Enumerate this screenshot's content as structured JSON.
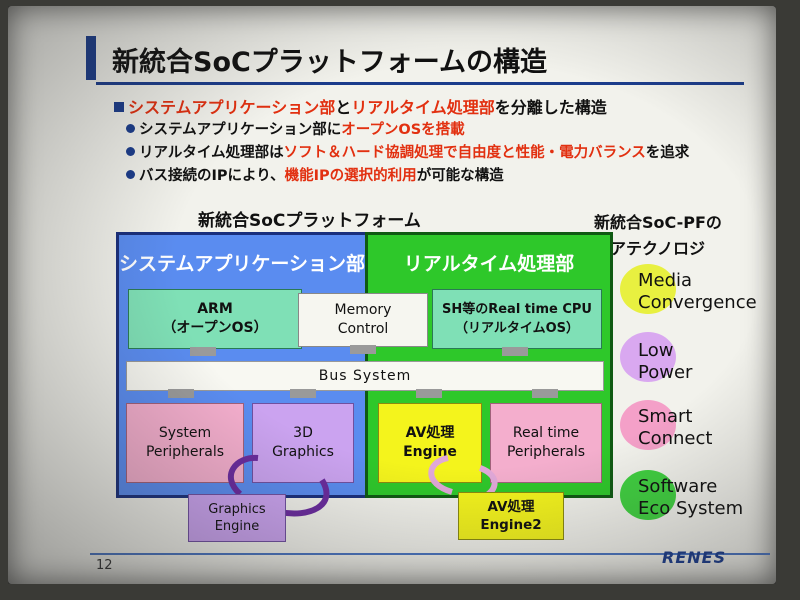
{
  "slide": {
    "title": "新統合SoCプラットフォームの構造",
    "page_number": "12",
    "logo_text": "RENES"
  },
  "bullets": {
    "main": {
      "red1": "システムアプリケーション部",
      "t1": "と",
      "red2": "リアルタイム処理部",
      "t2": "を分離した構造"
    },
    "sub1": {
      "t1": "システムアプリケーション部に",
      "red": "オープンOSを搭載"
    },
    "sub2": {
      "t1": "リアルタイム処理部は",
      "red": "ソフト＆ハード協調処理で自由度と性能・電力バランス",
      "t2": "を追求"
    },
    "sub3": {
      "t1": "バス接続のIPにより、",
      "red": "機能IPの選択的利用",
      "t2": "が可能な構造"
    }
  },
  "diagram": {
    "title": "新統合SoCプラットフォーム",
    "blue_panel_label": "システムアプリケーション部",
    "green_panel_label": "リアルタイム処理部",
    "arm": {
      "line1": "ARM",
      "line2": "（オープンOS）"
    },
    "memory": {
      "line1": "Memory",
      "line2": "Control"
    },
    "rt_cpu": {
      "line1": "SH等のReal time CPU",
      "line2": "（リアルタイムOS）"
    },
    "bus": "Bus System",
    "sys_periph": {
      "line1": "System",
      "line2": "Peripherals"
    },
    "graphics3d": {
      "line1": "3D",
      "line2": "Graphics"
    },
    "av_engine": {
      "line1": "AV処理",
      "line2": "Engine"
    },
    "rt_periph": {
      "line1": "Real time",
      "line2": "Peripherals"
    },
    "graphics_engine": {
      "line1": "Graphics",
      "line2": "Engine"
    },
    "av_engine2": {
      "line1": "AV処理",
      "line2": "Engine2"
    }
  },
  "core_tech": {
    "title_line1": "新統合SoC-PFの",
    "title_line2": "コアテクノロジ",
    "items": [
      {
        "line1": "Media",
        "line2": "Convergence",
        "color": "#e8f040"
      },
      {
        "line1": "Low",
        "line2": "Power",
        "color": "#d9a8f0"
      },
      {
        "line1": "Smart",
        "line2": "Connect",
        "color": "#f4a0c8"
      },
      {
        "line1": "Software",
        "line2": "Eco System",
        "color": "#40d040"
      }
    ]
  },
  "colors": {
    "accent_blue": "#1b3c8c",
    "highlight_red": "#e23010"
  }
}
